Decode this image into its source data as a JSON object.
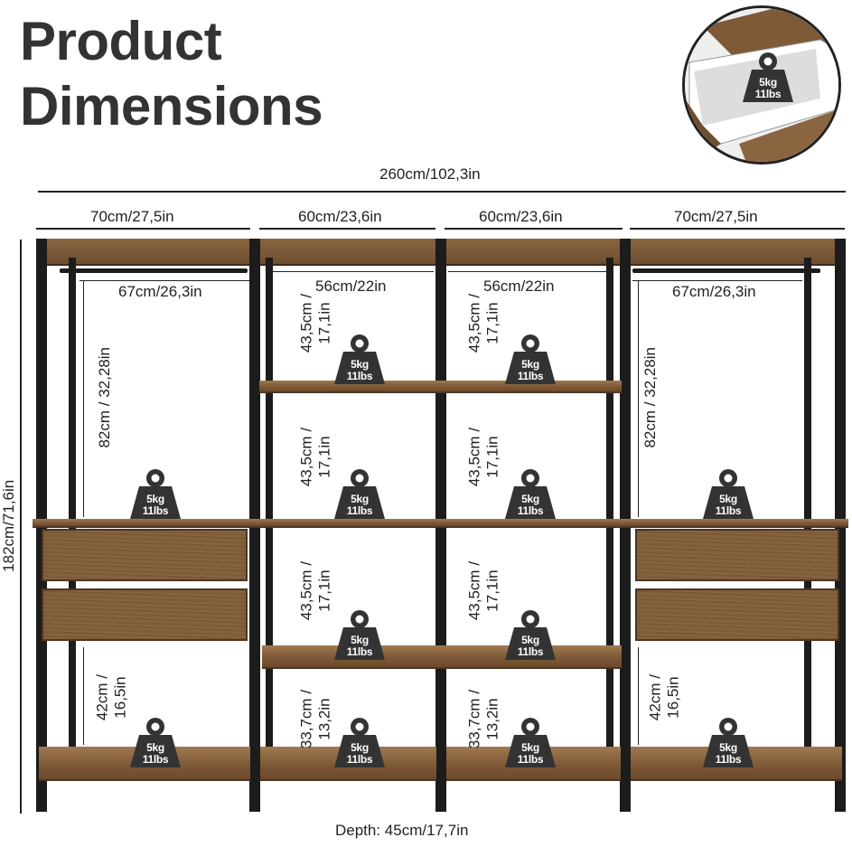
{
  "title": {
    "line1": "Product",
    "line2": "Dimensions"
  },
  "dimensions": {
    "total_width": "260cm/102,3in",
    "section_widths": [
      "70cm/27,5in",
      "60cm/23,6in",
      "60cm/23,6in",
      "70cm/27,5in"
    ],
    "rod_width": "67cm/26,3in",
    "inner_width": "56cm/22in",
    "total_height": "182cm/71,6in",
    "hanging_height": "82cm / 32,28in",
    "low_space": "42cm /\n16,5in",
    "shelf_space": "43,5cm /\n17,1in",
    "bottom_shelf_space": "33,7cm /\n13,2in",
    "depth": "Depth: 45cm/17,7in"
  },
  "load": {
    "kg": "5kg",
    "lbs": "11lbs"
  },
  "colors": {
    "wood": "#7e5a37",
    "frame": "#1c1c1c",
    "weight_badge": "#333333"
  },
  "icons": {
    "weight": "weight-icon",
    "drawer_inset": "drawer-inset-image"
  }
}
